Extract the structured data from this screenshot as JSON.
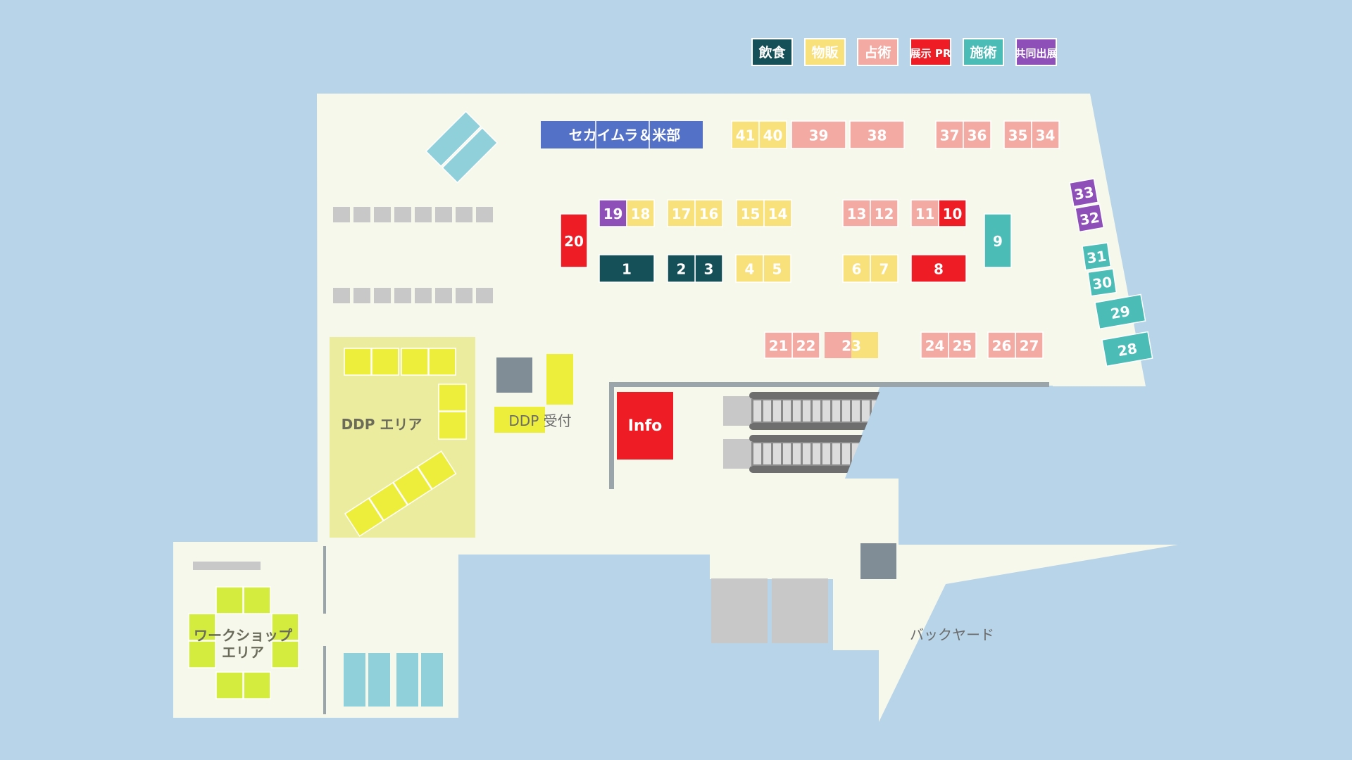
{
  "colors": {
    "water": "#b8d4e9",
    "floor": "#f7f8ec",
    "ddp_area": "#ecec9f",
    "yellow_table": "#eded3c",
    "workshop_table": "#d4ec3e",
    "cyan_table": "#8fd0db",
    "gray_block": "#c8c8c8",
    "dark_gray": "#808d96",
    "wall": "#9aa4ab",
    "info": "#ee1c25",
    "sekai": "#5471c8",
    "food": "#154f57",
    "goods": "#f8e07a",
    "fortune": "#f3aaa2",
    "pr": "#ee1c25",
    "treatment": "#4cbcb6",
    "joint": "#8e50b8"
  },
  "legend": [
    {
      "label": "飲食",
      "category": "food"
    },
    {
      "label": "物販",
      "category": "goods"
    },
    {
      "label": "占術",
      "category": "fortune"
    },
    {
      "label": "展示 PR",
      "category": "pr"
    },
    {
      "label": "施術",
      "category": "treatment"
    },
    {
      "label": "共同出展",
      "category": "joint"
    }
  ],
  "areas": {
    "sekai": "セカイムラ＆米部",
    "ddp": "DDP エリア",
    "ddp_reception": "DDP 受付",
    "info": "Info",
    "workshop_line1": "ワークショップ",
    "workshop_line2": "エリア",
    "backyard": "バックヤード"
  },
  "booths": [
    {
      "num": "41",
      "category": "goods"
    },
    {
      "num": "40",
      "category": "goods"
    },
    {
      "num": "39",
      "category": "fortune"
    },
    {
      "num": "38",
      "category": "fortune"
    },
    {
      "num": "37",
      "category": "fortune"
    },
    {
      "num": "36",
      "category": "fortune"
    },
    {
      "num": "35",
      "category": "fortune"
    },
    {
      "num": "34",
      "category": "fortune"
    },
    {
      "num": "33",
      "category": "joint"
    },
    {
      "num": "32",
      "category": "joint"
    },
    {
      "num": "31",
      "category": "treatment"
    },
    {
      "num": "30",
      "category": "treatment"
    },
    {
      "num": "29",
      "category": "treatment"
    },
    {
      "num": "28",
      "category": "treatment"
    },
    {
      "num": "27",
      "category": "fortune"
    },
    {
      "num": "26",
      "category": "fortune"
    },
    {
      "num": "25",
      "category": "fortune"
    },
    {
      "num": "24",
      "category": "fortune"
    },
    {
      "num": "23",
      "category": "fortune"
    },
    {
      "num": "22",
      "category": "fortune"
    },
    {
      "num": "21",
      "category": "fortune"
    },
    {
      "num": "20",
      "category": "pr"
    },
    {
      "num": "19",
      "category": "joint"
    },
    {
      "num": "18",
      "category": "goods"
    },
    {
      "num": "17",
      "category": "goods"
    },
    {
      "num": "16",
      "category": "goods"
    },
    {
      "num": "15",
      "category": "goods"
    },
    {
      "num": "14",
      "category": "goods"
    },
    {
      "num": "13",
      "category": "fortune"
    },
    {
      "num": "12",
      "category": "fortune"
    },
    {
      "num": "11",
      "category": "fortune"
    },
    {
      "num": "10",
      "category": "pr"
    },
    {
      "num": "9",
      "category": "treatment"
    },
    {
      "num": "8",
      "category": "pr"
    },
    {
      "num": "7",
      "category": "goods"
    },
    {
      "num": "6",
      "category": "goods"
    },
    {
      "num": "5",
      "category": "goods"
    },
    {
      "num": "4",
      "category": "goods"
    },
    {
      "num": "3",
      "category": "food"
    },
    {
      "num": "2",
      "category": "food"
    },
    {
      "num": "1",
      "category": "food"
    }
  ]
}
